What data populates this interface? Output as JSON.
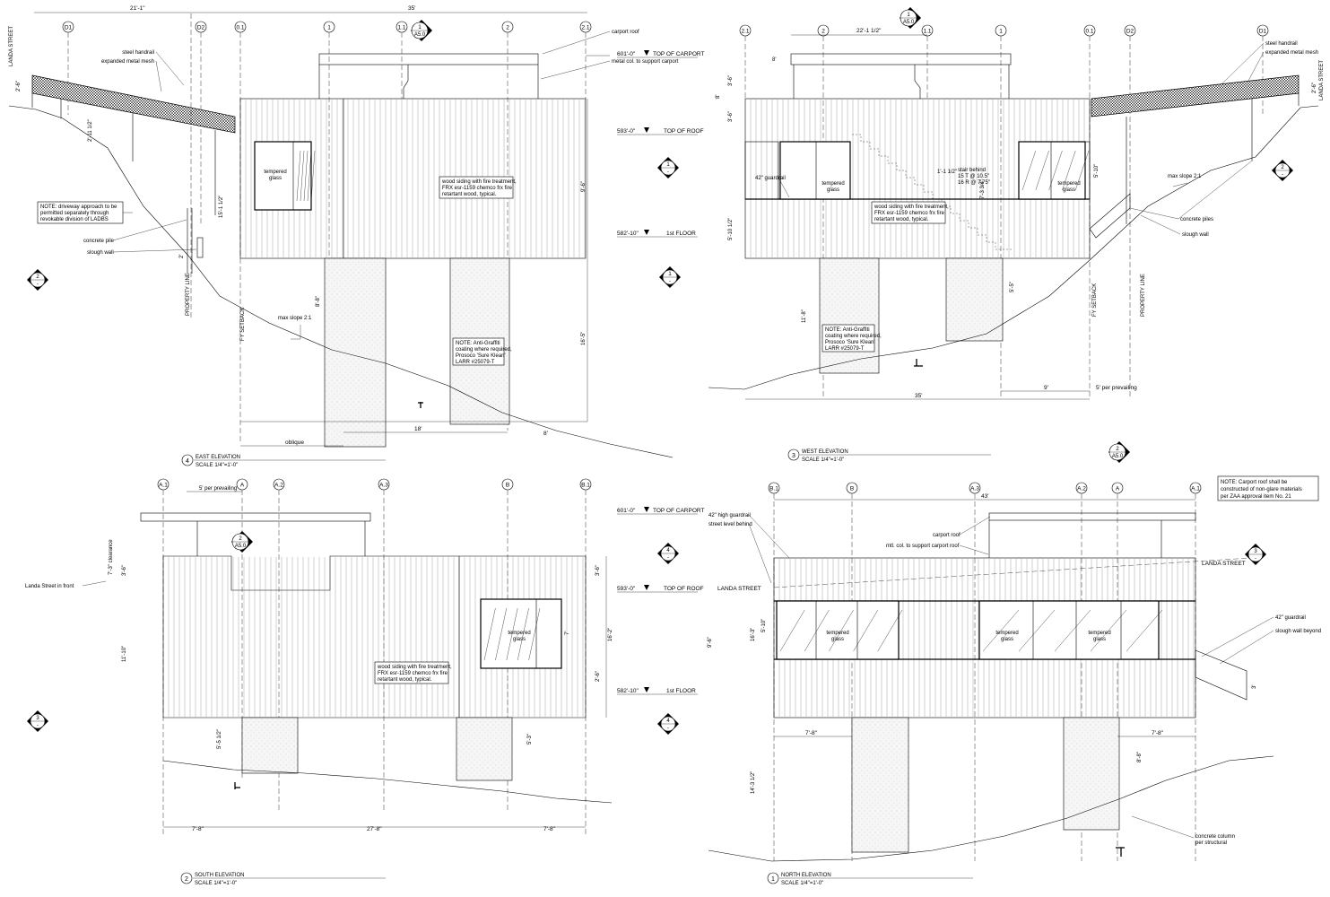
{
  "grid_labels": {
    "east": [
      "D1",
      "D2",
      "0.1",
      "1",
      "1.1",
      "2",
      "2.1"
    ],
    "west": [
      "2.1",
      "2",
      "1.1",
      "1",
      "0.1",
      "D2",
      "D1"
    ],
    "south": [
      "A.1",
      "A",
      "A.2",
      "A.3",
      "B",
      "B.1"
    ],
    "north": [
      "B.1",
      "B",
      "A.3",
      "A.2",
      "A",
      "A.1"
    ]
  },
  "levels": {
    "top_of_carport": "601'-0\"",
    "top_of_carport_label": "TOP OF CARPORT",
    "top_of_roof": "593'-0\"",
    "top_of_roof_label": "TOP OF ROOF",
    "first_floor": "582'-10\"",
    "first_floor_label": "1st FLOOR"
  },
  "views": {
    "east": {
      "number": "4",
      "title": "EAST ELEVATION",
      "scale": "SCALE 1/4\"=1'-0\""
    },
    "west": {
      "number": "3",
      "title": "WEST ELEVATION",
      "scale": "SCALE 1/4\"=1'-0\""
    },
    "south": {
      "number": "2",
      "title": "SOUTH ELEVATION",
      "scale": "SCALE 1/4\"=1'-0\""
    },
    "north": {
      "number": "1",
      "title": "NORTH ELEVATION",
      "scale": "SCALE 1/4\"=1'-0\""
    }
  },
  "section_marks": {
    "a1": {
      "num": "1",
      "sheet": "A5.0"
    },
    "a2": {
      "num": "2",
      "sheet": "A5.0"
    },
    "e1": {
      "num": "1",
      "sheet": "-"
    },
    "e2": {
      "num": "2",
      "sheet": "-"
    },
    "e3": {
      "num": "3",
      "sheet": "-"
    },
    "e4": {
      "num": "4",
      "sheet": "-"
    }
  },
  "annotations": {
    "steel_handrail": "steel handrail",
    "expanded_metal_mesh": "expanded metal mesh",
    "landa_street": "LANDA STREET",
    "carport_roof": "carport roof",
    "metal_col": "metal col. to support carport",
    "mtl_col": "mtl. col. to support carport roof",
    "tempered": "tempered",
    "glass": "glass",
    "siding_1": "wood siding with fire treatment,",
    "siding_2": "FRX esr-1159 chemco frx fire",
    "siding_3": "retartant wood, typical.",
    "driveway_1": "NOTE: driveway approach to be",
    "driveway_2": "permitted separately through",
    "driveway_3": "revokable division of LADBS",
    "concrete_pile": "concrete pile",
    "concrete_piles": "concrete piles",
    "slough_wall": "slough wall",
    "slough_wall_beyond": "slough wall beyond",
    "property_line": "PROPERTY LINE",
    "fy_setback": "FY SETBACK",
    "max_slope": "max slope 2:1",
    "graffiti_1": "NOTE: Anti-Graffiti",
    "graffiti_2": "coating where required,",
    "graffiti_3": "Prosoco 'Sure Klean'",
    "graffiti_4": "LARR #25079-T",
    "oblique": "oblique",
    "guardrail_42": "42\" guardrail",
    "guardrail_42_high": "42\" high guardrail",
    "street_level_behind": "street level behind",
    "stair_1": "stair behind",
    "stair_2": "15 T @ 10.5\"",
    "stair_3": "16 R @ 7.75\"",
    "five_per_prevailing": "5' per prevailing",
    "landa_in_front": "Landa Street in front",
    "clearance": "7'-3\" clearance",
    "carport_note_1": "NOTE: Carport roof shall be",
    "carport_note_2": "constructed of non-glare materials",
    "carport_note_3": "per ZAA approval item No. 21",
    "concrete_column_1": "concrete column",
    "concrete_column_2": "per structural"
  },
  "dims": {
    "e_21_1": "21'-1\"",
    "e_35": "35'",
    "e_2_6": "2'-6\"",
    "e_2_11": "2'-11 1/2\"",
    "e_15_1": "15'-1 1/2\"",
    "e_9_6": "9'-6\"",
    "e_8_8": "8'-8\"",
    "e_16_5": "16'-5\"",
    "e_18": "18'",
    "e_8": "8'",
    "e_2": "2'",
    "w_22_1": "22'-1 1/2\"",
    "w_35": "35'",
    "w_9": "9'",
    "w_5per": "5' per prevailing",
    "w_8": "8'",
    "w_3_6": "3'-6\"",
    "w_5_10": "5'-10\"",
    "w_5_10_half": "5'-10 1/2\"",
    "w_11_8": "11'-8\"",
    "w_5_5": "5'-5\"",
    "w_1_1": "1'-1 1/2\"",
    "w_7_3": "7'-3 3/4\"",
    "s_7_8a": "7'-8\"",
    "s_27_8": "27'-8\"",
    "s_7_8b": "7'-8\"",
    "s_3_6": "3'-6\"",
    "s_11_10": "11'-10\"",
    "s_5_5": "5'-5 1/2\"",
    "s_5_3": "5'-3\"",
    "s_16_2": "16'-2\"",
    "s_2_6": "2'-6\"",
    "s_3_6r": "3'-6\"",
    "s_7": "7'",
    "s_9_6": "9'-6\"",
    "n_43": "43'",
    "n_16_3": "16'-3\"",
    "n_5_10": "5'-10\"",
    "n_7_8a": "7'-8\"",
    "n_7_8b": "7'-8\"",
    "n_14_3": "14'-3 1/2\"",
    "n_8_8": "8'-8\"",
    "n_3": "3'"
  }
}
